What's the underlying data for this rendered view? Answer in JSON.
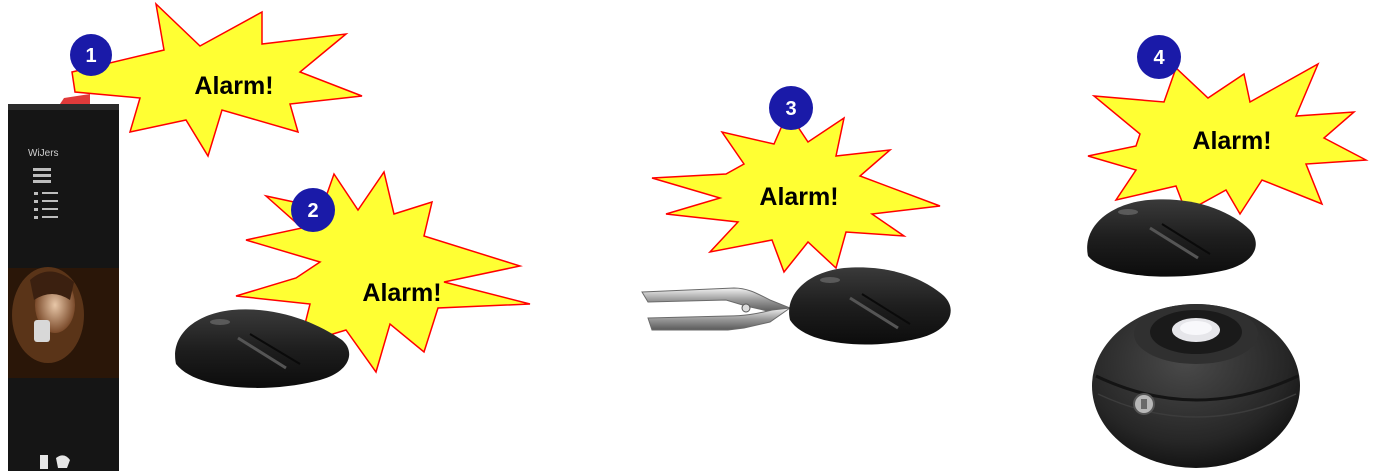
{
  "colors": {
    "burst_fill": "#ffff33",
    "burst_stroke": "#ff0000",
    "badge_fill": "#1a1aa8",
    "badge_text": "#ffffff",
    "device_body": "#1c1c1c"
  },
  "scenarios": [
    {
      "number": "1",
      "alarm_text": "Alarm!"
    },
    {
      "number": "2",
      "alarm_text": "Alarm!"
    },
    {
      "number": "3",
      "alarm_text": "Alarm!"
    },
    {
      "number": "4",
      "alarm_text": "Alarm!"
    }
  ]
}
